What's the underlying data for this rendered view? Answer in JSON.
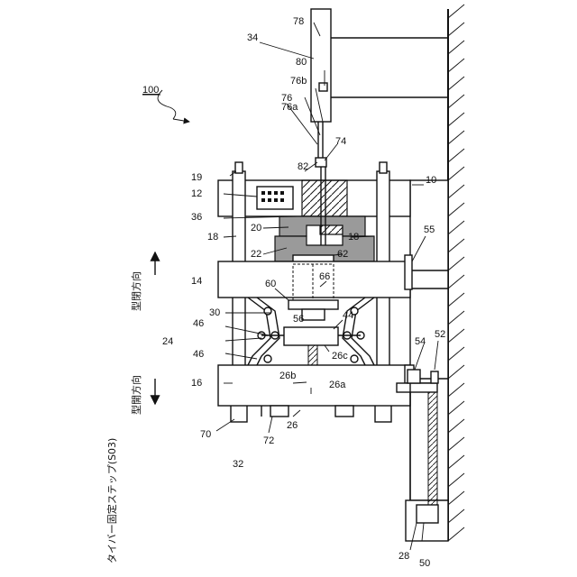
{
  "figure_id": "100",
  "caption": "タイバー固定ステップ(S03)",
  "direction_close": "型閉方向",
  "direction_open": "型開方向",
  "labels": {
    "l10": "10",
    "l12": "12",
    "l14": "14",
    "l16": "16",
    "l18a": "18",
    "l18b": "18",
    "l19": "19",
    "l20": "20",
    "l22": "22",
    "l24": "24",
    "l26": "26",
    "l26a": "26a",
    "l26b": "26b",
    "l26c": "26c",
    "l28": "28",
    "l30": "30",
    "l32": "32",
    "l34": "34",
    "l36": "36",
    "l44": "44",
    "l46a": "46",
    "l46b": "46",
    "l50": "50",
    "l52": "52",
    "l54": "54",
    "l55": "55",
    "l56": "56",
    "l60": "60",
    "l62": "62",
    "l66": "66",
    "l70": "70",
    "l72": "72",
    "l74": "74",
    "l76": "76",
    "l76a": "76a",
    "l76b": "76b",
    "l78": "78",
    "l80": "80",
    "l82": "82"
  }
}
